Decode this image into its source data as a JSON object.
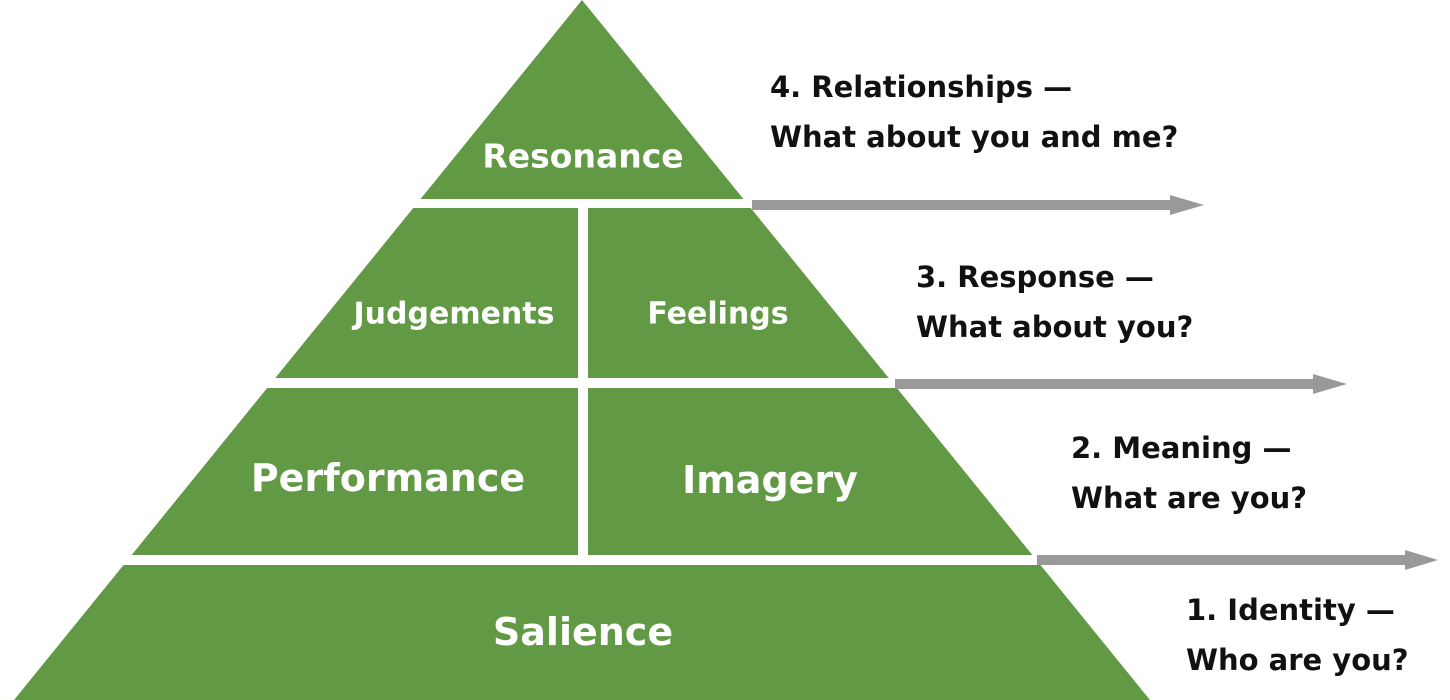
{
  "colors": {
    "pyramid": "#629944",
    "divider": "#ffffff",
    "arrow": "#999999",
    "text": "#111111"
  },
  "pyramid": {
    "top": "Resonance",
    "upper_left": "Judgements",
    "upper_right": "Feelings",
    "lower_left": "Performance",
    "lower_right": "Imagery",
    "base": "Salience"
  },
  "steps": [
    {
      "title": "4. Relationships —",
      "question": "What about you and me?"
    },
    {
      "title": "3. Response —",
      "question": "What about you?"
    },
    {
      "title": "2. Meaning —",
      "question": "What are you?"
    },
    {
      "title": "1. Identity —",
      "question": "Who are you?"
    }
  ]
}
